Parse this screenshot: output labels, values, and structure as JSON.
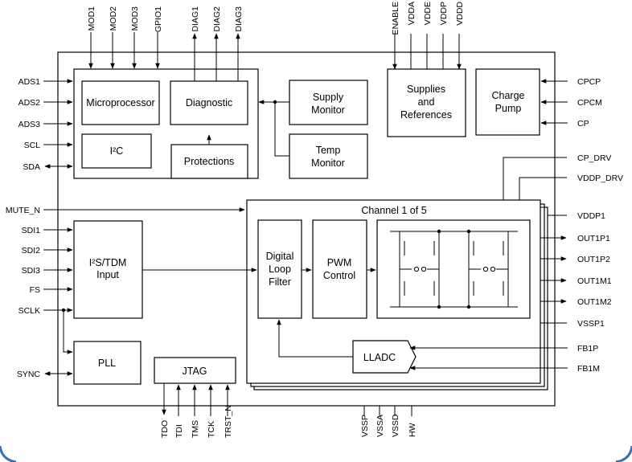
{
  "top_inputs": [
    "MOD1",
    "MOD2",
    "MOD3",
    "GPIO1"
  ],
  "top_outputs": [
    "DIAG1",
    "DIAG2",
    "DIAG3"
  ],
  "supply_pins": [
    "ENABLE",
    "VDDA",
    "VDDE",
    "VDDP",
    "VDDD"
  ],
  "left_pins": [
    "ADS1",
    "ADS2",
    "ADS3",
    "SCL",
    "SDA",
    "MUTE_N",
    "SDI1",
    "SDI2",
    "SDI3",
    "FS",
    "SCLK",
    "SYNC"
  ],
  "right_pins": [
    "CPCP",
    "CPCM",
    "CP",
    "CP_DRV",
    "VDDP_DRV",
    "VDDP1",
    "OUT1P1",
    "OUT1P2",
    "OUT1M1",
    "OUT1M2",
    "VSSP1",
    "FB1P",
    "FB1M"
  ],
  "bottom_pins_left": [
    "TDO",
    "TDI",
    "TMS",
    "TCK",
    "TRST_N"
  ],
  "bottom_pins_right": [
    "VSSP",
    "VSSA",
    "VSSD",
    "HW"
  ],
  "blocks": {
    "microprocessor": "Microprocessor",
    "diagnostic": "Diagnostic",
    "i2c": "I²C",
    "protections": "Protections",
    "supply_monitor": [
      "Supply",
      "Monitor"
    ],
    "temp_monitor": [
      "Temp",
      "Monitor"
    ],
    "supplies": [
      "Supplies",
      "and",
      "References"
    ],
    "charge_pump": [
      "Charge",
      "Pump"
    ],
    "i2s": [
      "I²S/TDM",
      "Input"
    ],
    "pll": "PLL",
    "jtag": "JTAG",
    "channel_title": "Channel 1 of 5",
    "dlf": [
      "Digital",
      "Loop",
      "Filter"
    ],
    "pwm": [
      "PWM",
      "Control"
    ],
    "lladc": "LLADC"
  }
}
